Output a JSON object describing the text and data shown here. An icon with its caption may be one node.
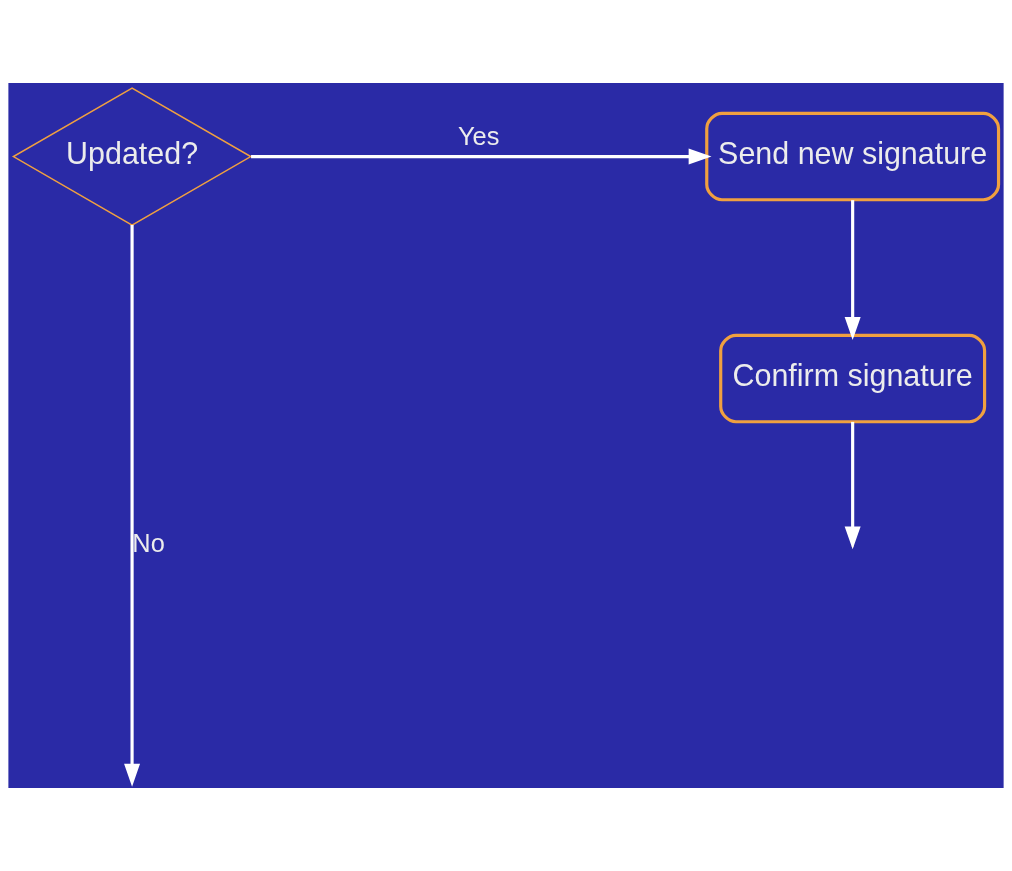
{
  "diagram": {
    "nodes": [
      {
        "text": [
          "Updated?"
        ]
      },
      {
        "text": [
          "Send new signature"
        ]
      },
      {
        "text": [
          "Confirm signature"
        ]
      }
    ],
    "edges": [
      {
        "from": 0,
        "to": 1,
        "arrow": "to",
        "label": "Yes"
      },
      {
        "from": 1,
        "to": 2,
        "arrow": "to"
      },
      {
        "from": 2,
        "to": null,
        "arrow": "to"
      },
      {
        "from": 0,
        "to": null,
        "arrow": "to",
        "label": "No"
      }
    ]
  }
}
